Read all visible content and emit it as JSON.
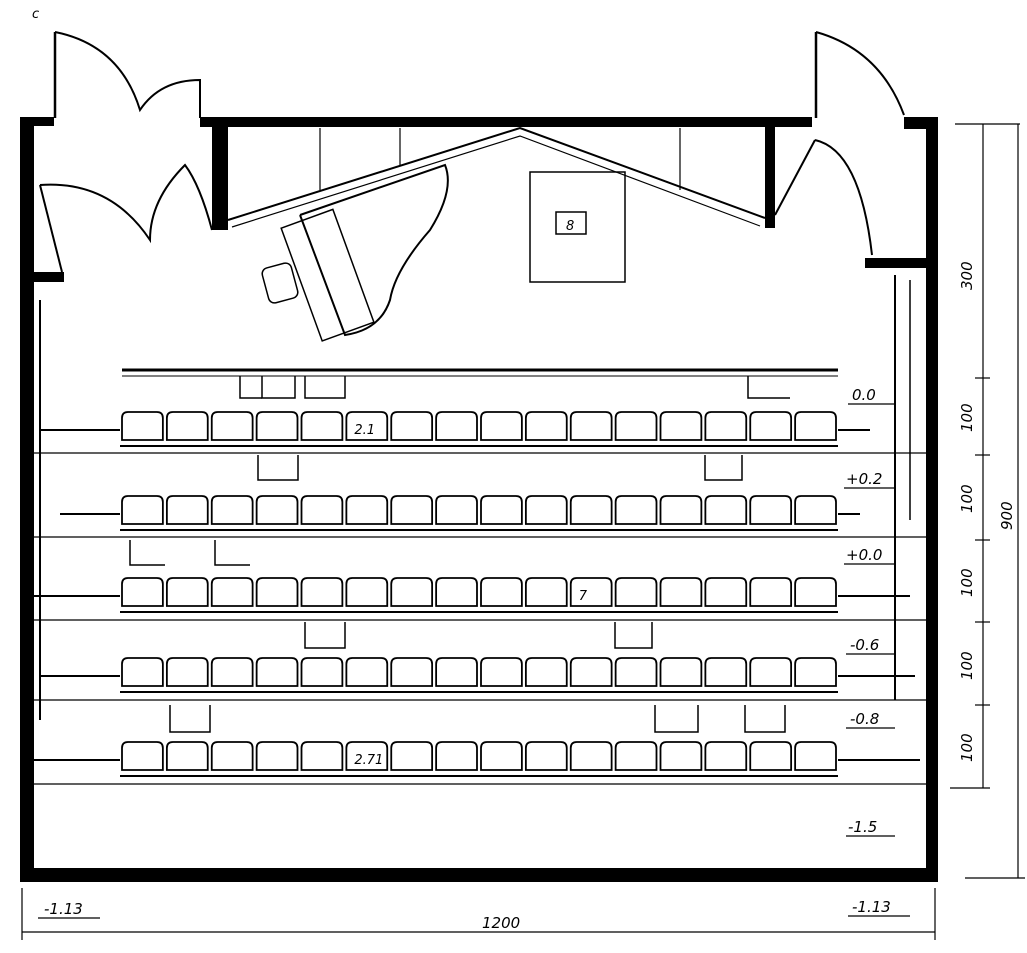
{
  "corner_mark": "c",
  "level_labels": {
    "row1": "0.0",
    "row2": "+0.2",
    "row3": "+0.0",
    "row4": "-0.6",
    "row5": "-0.8",
    "floor": "-1.5",
    "left_corner": "-1.13",
    "right_corner": "-1.13"
  },
  "dimensions": {
    "width": "1200",
    "height_total": "900",
    "segments": [
      "300",
      "100",
      "100",
      "100",
      "100",
      "100"
    ]
  },
  "seat_labels": {
    "row1": "2.1",
    "row3": "7",
    "row5": "2.71"
  },
  "projector_label": "8",
  "seat_rows": [
    {
      "id": "row1",
      "count": 16
    },
    {
      "id": "row2",
      "count": 16
    },
    {
      "id": "row3",
      "count": 16
    },
    {
      "id": "row4",
      "count": 16
    },
    {
      "id": "row5",
      "count": 16
    }
  ]
}
